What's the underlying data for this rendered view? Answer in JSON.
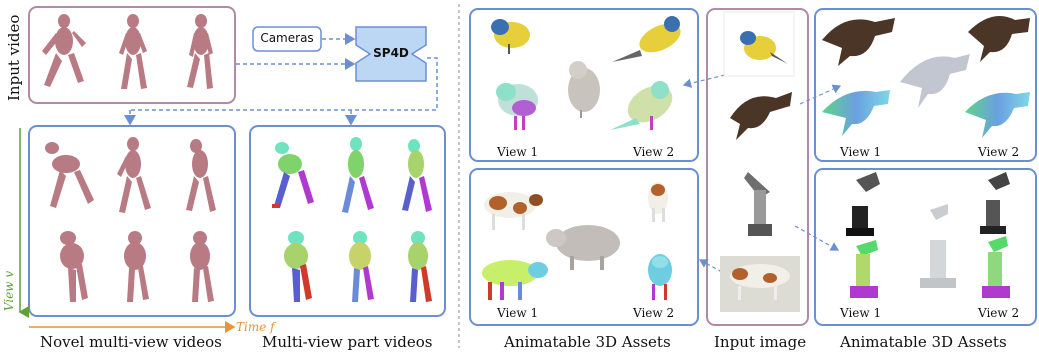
{
  "left": {
    "input_video_label": "Input video",
    "cameras_label": "Cameras",
    "model_label": "SP4D",
    "view_axis_label": "View v",
    "time_axis_label": "Time f",
    "novel_caption": "Novel multi-view videos",
    "part_caption": "Multi-view part videos"
  },
  "right": {
    "animatable_caption_left": "Animatable 3D Assets",
    "input_image_caption": "Input image",
    "animatable_caption_right": "Animatable 3D Assets",
    "view1": "View 1",
    "view2": "View 2"
  },
  "colors": {
    "blue_frame": "#6b8fd0",
    "pink_frame": "#b08aa6",
    "model_fill": "#bcd7f3",
    "view_axis": "#5fa03a",
    "time_axis": "#e2953b",
    "figure_pink": "#b87a83"
  }
}
